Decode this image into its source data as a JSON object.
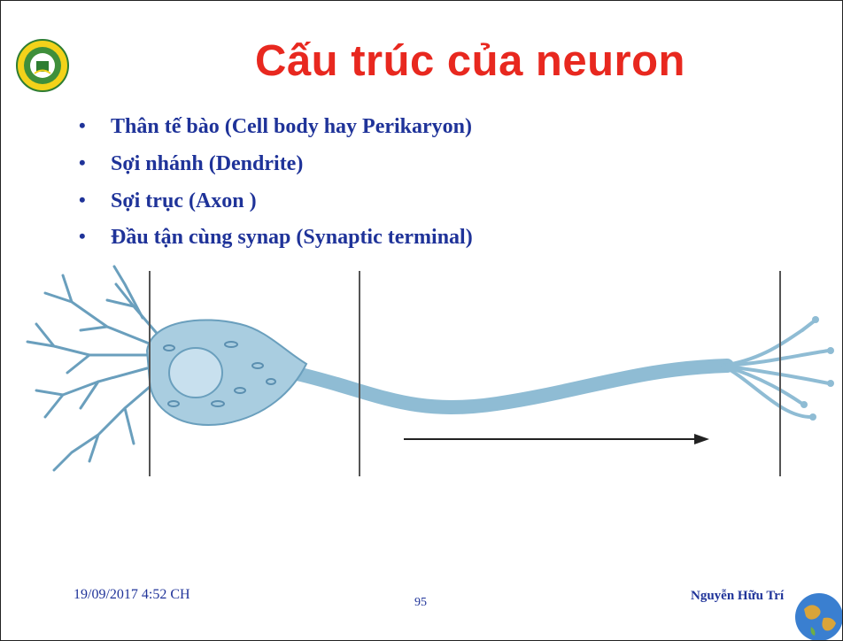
{
  "slide": {
    "title": "Cấu trúc của neuron",
    "bullets": [
      "Thân tế bào (Cell body hay Perikaryon)",
      "Sợi nhánh (Dendrite)",
      "Sợi trục (Axon )",
      "Đầu tận cùng synap (Synaptic terminal)"
    ],
    "bullet_symbol": "•"
  },
  "footer": {
    "date": "19/09/2017 4:52 CH",
    "page": "95",
    "author": "Nguyễn Hữu Trí"
  },
  "colors": {
    "title": "#e8281f",
    "text": "#1f3399",
    "neuron_fill": "#a9cde0",
    "neuron_stroke": "#6a9fbd"
  },
  "icons": {
    "logo": "university-logo-icon",
    "globe": "globe-icon"
  }
}
